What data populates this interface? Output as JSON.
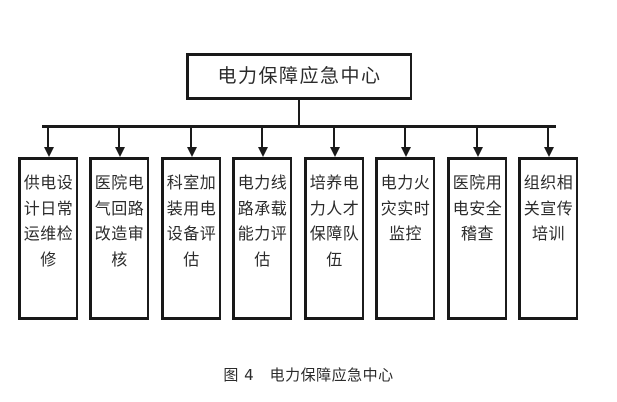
{
  "figure": {
    "caption": "图 4　电力保障应急中心",
    "caption_number": "图 4",
    "caption_title": "电力保障应急中心",
    "type": "organization-chart",
    "colors": {
      "border": "#181818",
      "text": "#2b2b2b",
      "background": "#ffffff",
      "connector": "#1a1a1a"
    }
  },
  "root": {
    "label": "电力保障应急中心"
  },
  "children": [
    {
      "label": "供电设计日常运维检修",
      "lines": [
        "供电",
        "设计",
        "日常",
        "运维",
        "检修"
      ]
    },
    {
      "label": "医院电气回路改造审核",
      "lines": [
        "医院",
        "电气",
        "回路",
        "改造",
        "审核"
      ]
    },
    {
      "label": "科室加装用电设备评估",
      "lines": [
        "科室",
        "加装",
        "用电",
        "设备",
        "评估"
      ]
    },
    {
      "label": "电力线路承载能力评估",
      "lines": [
        "电力",
        "线路",
        "承载",
        "能力",
        "评估"
      ]
    },
    {
      "label": "培养电力人才保障队伍",
      "lines": [
        "培养",
        "电力",
        "人才",
        "保障",
        "队伍"
      ]
    },
    {
      "label": "电力火灾实时监控",
      "lines": [
        "电力",
        "火灾",
        "实时",
        "监控"
      ]
    },
    {
      "label": "医院用电安全稽查",
      "lines": [
        "医院",
        "用电",
        "安全",
        "稽查"
      ]
    },
    {
      "label": "组织相关宣传培训",
      "lines": [
        "组织",
        "相关",
        "宣传",
        "培训"
      ]
    }
  ]
}
